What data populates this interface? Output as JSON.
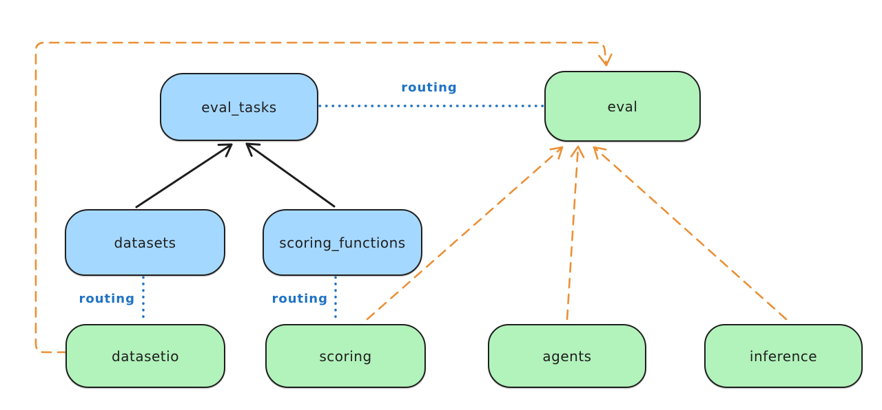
{
  "diagram": {
    "kind": "architecture-diagram",
    "nodes": {
      "eval_tasks": {
        "label": "eval_tasks",
        "fill": "#a5d8ff",
        "group": "registry"
      },
      "eval": {
        "label": "eval",
        "fill": "#b2f2bb",
        "group": "api"
      },
      "datasets": {
        "label": "datasets",
        "fill": "#a5d8ff",
        "group": "registry"
      },
      "scoring_functions": {
        "label": "scoring_functions",
        "fill": "#a5d8ff",
        "group": "registry"
      },
      "datasetio": {
        "label": "datasetio",
        "fill": "#b2f2bb",
        "group": "api"
      },
      "scoring": {
        "label": "scoring",
        "fill": "#b2f2bb",
        "group": "api"
      },
      "agents": {
        "label": "agents",
        "fill": "#b2f2bb",
        "group": "api"
      },
      "inference": {
        "label": "inference",
        "fill": "#b2f2bb",
        "group": "api"
      }
    },
    "edges": [
      {
        "from": "datasets",
        "to": "eval_tasks",
        "style": "solid-arrow",
        "color": "#1e1e1e"
      },
      {
        "from": "scoring_functions",
        "to": "eval_tasks",
        "style": "solid-arrow",
        "color": "#1e1e1e"
      },
      {
        "from": "eval_tasks",
        "to": "eval",
        "style": "dotted-line",
        "color": "#1f72c4",
        "label": "routing"
      },
      {
        "from": "datasets",
        "to": "datasetio",
        "style": "dotted-line",
        "color": "#1f72c4",
        "label": "routing"
      },
      {
        "from": "scoring_functions",
        "to": "scoring",
        "style": "dotted-line",
        "color": "#1f72c4",
        "label": "routing"
      },
      {
        "from": "datasetio",
        "to": "eval",
        "style": "dashed-arrow",
        "color": "#ea9036"
      },
      {
        "from": "scoring",
        "to": "eval",
        "style": "dashed-arrow",
        "color": "#ea9036"
      },
      {
        "from": "agents",
        "to": "eval",
        "style": "dashed-arrow",
        "color": "#ea9036"
      },
      {
        "from": "inference",
        "to": "eval",
        "style": "dashed-arrow",
        "color": "#ea9036"
      }
    ],
    "colors": {
      "blue_fill": "#a5d8ff",
      "green_fill": "#b2f2bb",
      "stroke": "#1e1e1e",
      "routing_blue": "#1f72c4",
      "orange_dashed": "#ea9036",
      "background": "#ffffff"
    }
  }
}
